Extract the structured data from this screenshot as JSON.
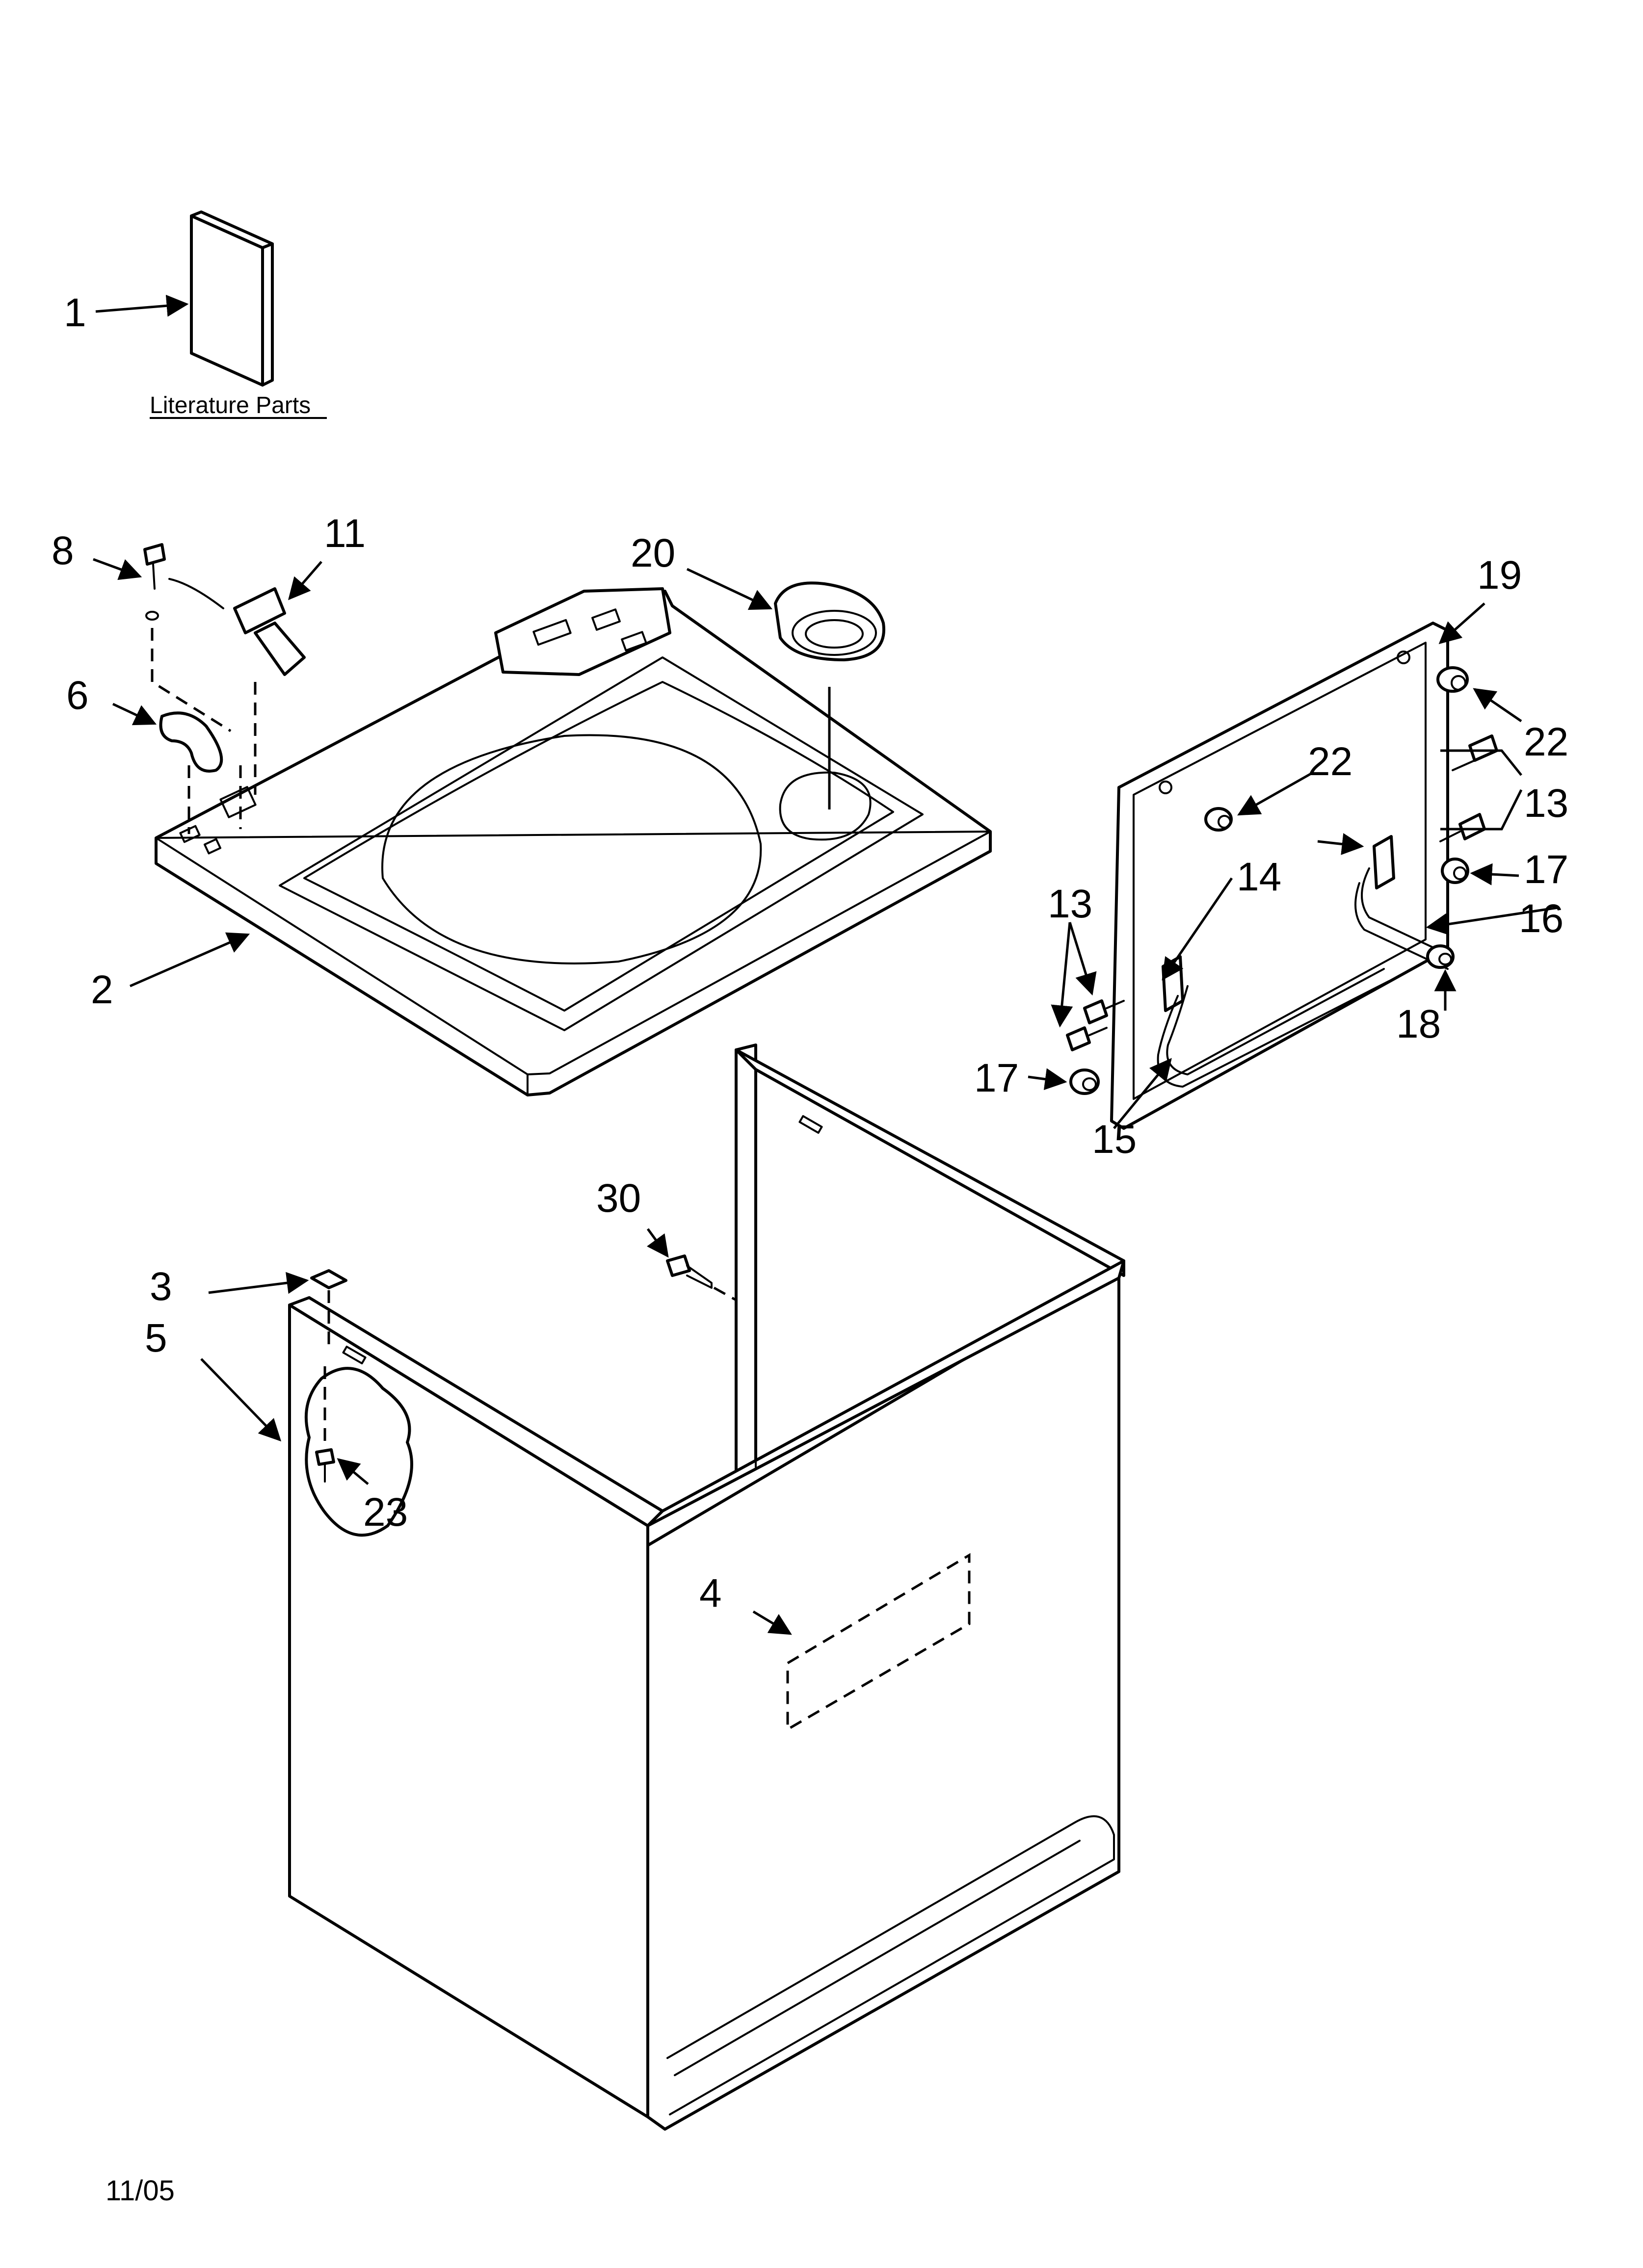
{
  "literature_caption": "Literature Parts",
  "date_code": "11/05",
  "callouts": {
    "c1": "1",
    "c2": "2",
    "c3": "3",
    "c4": "4",
    "c5": "5",
    "c6": "6",
    "c8": "8",
    "c11": "11",
    "c13a": "13",
    "c13b": "13",
    "c14": "14",
    "c15": "15",
    "c16": "16",
    "c17a": "17",
    "c17b": "17",
    "c18": "18",
    "c19": "19",
    "c20": "20",
    "c22a": "22",
    "c22b": "22",
    "c23": "23",
    "c30": "30"
  }
}
